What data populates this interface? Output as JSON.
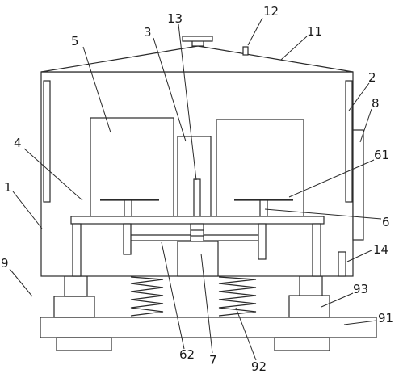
{
  "labels": {
    "l1": "1",
    "l2": "2",
    "l3": "3",
    "l4": "4",
    "l5": "5",
    "l6": "6",
    "l7": "7",
    "l8": "8",
    "l9": "9",
    "l11": "11",
    "l12": "12",
    "l13": "13",
    "l14": "14",
    "l61": "61",
    "l62": "62",
    "l91": "91",
    "l92": "92",
    "l93": "93"
  }
}
